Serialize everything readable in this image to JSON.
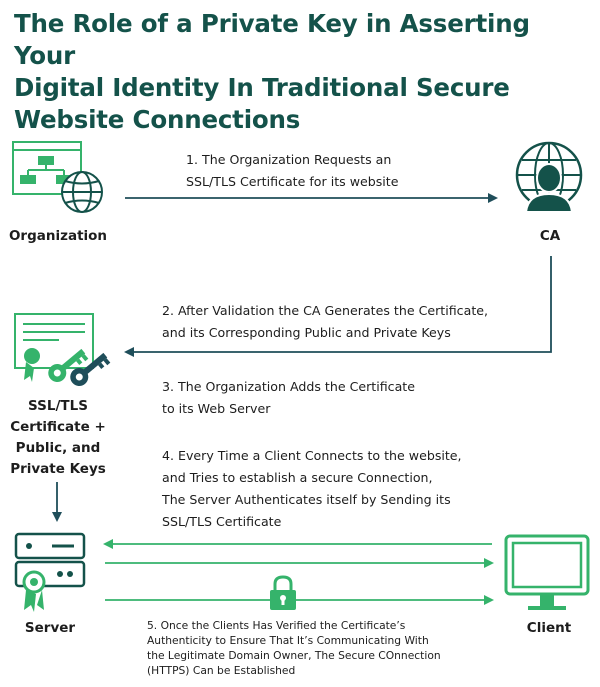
{
  "title": {
    "line1": "The Role of a Private Key in Asserting Your",
    "line2": "Digital Identity In Traditional Secure",
    "line3": "Website Connections"
  },
  "nodes": {
    "organization": "Organization",
    "ca": "CA",
    "cert_line1": "SSL/TLS",
    "cert_line2": "Certificate +",
    "cert_line3": "Public, and",
    "cert_line4": "Private Keys",
    "server": "Server",
    "client": "Client"
  },
  "steps": {
    "step1": [
      "1. The Organization Requests an",
      "SSL/TLS Certificate for its website"
    ],
    "step2": [
      "2. After Validation the CA Generates the Certificate,",
      "and its Corresponding Public and Private Keys"
    ],
    "step3": [
      "3. The Organization Adds the Certificate",
      "to its Web Server"
    ],
    "step4": [
      "4. Every Time a Client Connects to the website,",
      "and Tries to establish a secure Connection,",
      "The Server Authenticates itself by Sending its",
      "SSL/TLS Certificate"
    ],
    "step5": [
      "5. Once the Clients Has Verified the Certificate’s",
      "Authenticity to Ensure That It’s Communicating With",
      "the Legitimate Domain Owner, The Secure COnnection",
      "(HTTPS) Can be Established"
    ]
  },
  "colors": {
    "dark_teal": "#14524a",
    "green": "#35b36b",
    "arrow_dark": "#1f4e5a"
  }
}
